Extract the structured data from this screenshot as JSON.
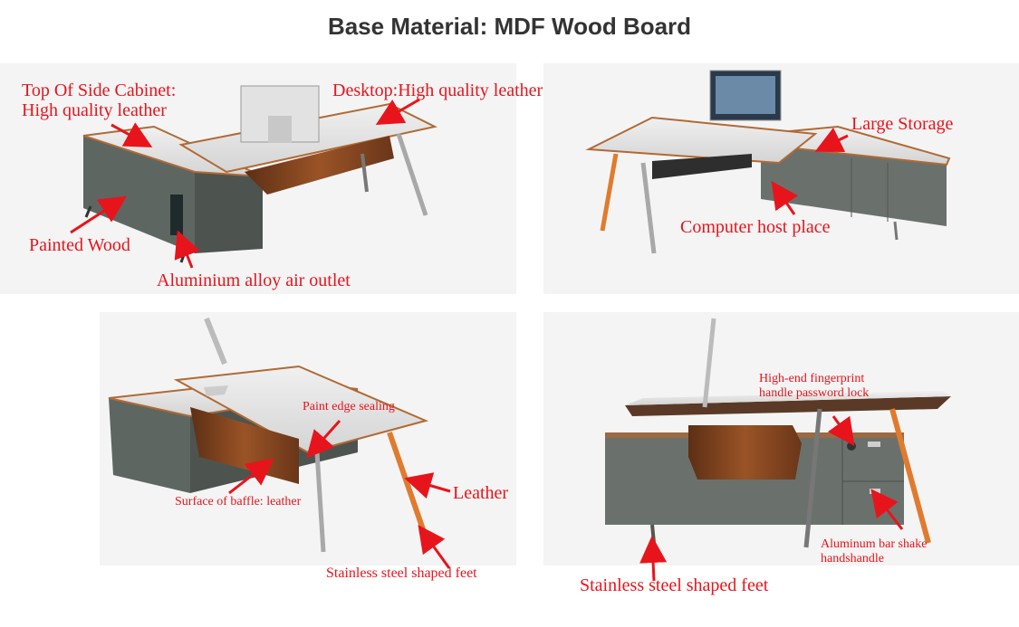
{
  "title": "Base Material: MDF Wood Board",
  "colors": {
    "annotation": "#e8141b",
    "title": "#333333",
    "desktop_top": "#dcdcdc",
    "cabinet": "#5e6661",
    "leather": "#8a4a22",
    "orange_trim": "#e07b2e",
    "steel": "#a8a8a8"
  },
  "panels": {
    "top_left": {
      "label_side_cabinet_1": "Top Of Side Cabinet:",
      "label_side_cabinet_2": "High quality leather",
      "label_desktop": "Desktop:High quality leather",
      "label_painted_wood": "Painted Wood",
      "label_air_outlet": "Aluminium alloy air outlet"
    },
    "top_right": {
      "label_storage": "Large Storage",
      "label_host": "Computer host place"
    },
    "bottom_left": {
      "label_edge": "Paint edge sealing",
      "label_baffle": "Surface of baffle: leather",
      "label_leather": "Leather",
      "label_feet": "Stainless steel shaped feet"
    },
    "bottom_right": {
      "label_lock_1": "High-end fingerprint",
      "label_lock_2": "handle password lock",
      "label_handle_1": "Aluminum bar shake",
      "label_handle_2": "handshandle",
      "label_feet": "Stainless steel shaped feet"
    }
  }
}
